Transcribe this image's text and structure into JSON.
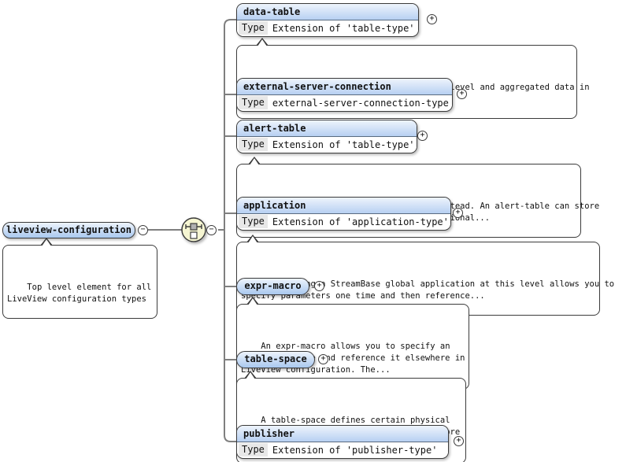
{
  "diagram": {
    "root": {
      "name": "liveview-configuration",
      "collapse_glyph": "−",
      "annotation": "Top level element for all\nLiveView configuration types"
    },
    "compositor": {
      "icon": "sequence-icon",
      "collapse_glyph": "−"
    },
    "children": [
      {
        "name": "data-table",
        "type_label": "Type",
        "type_value": "Extension of 'table-type'",
        "toggle_glyph": "+",
        "annotation": "Specify a data-table for storing base level and aggregated data in\nLiveView."
      },
      {
        "name": "external-server-connection",
        "type_label": "Type",
        "type_value": "external-server-connection-type",
        "toggle_glyph": "+"
      },
      {
        "name": "alert-table",
        "type_label": "Type",
        "type_value": "Extension of 'table-type'",
        "toggle_glyph": "+",
        "annotation": "Deprecated; use dynamic alert APIs instead. An alert-table can store\neverything a data-table can, but has additional..."
      },
      {
        "name": "application",
        "type_label": "Type",
        "type_value": "Extension of 'application-type'",
        "toggle_glyph": "+",
        "annotation": "Configuring a StreamBase global application at this level allows you to\nspecify parameters one time and then reference..."
      },
      {
        "name": "expr-macro",
        "toggle_glyph": "+",
        "annotation": "An expr-macro allows you to specify an\nexpression once and reference it elsewhere in\nLiveView configuration. The..."
      },
      {
        "name": "table-space",
        "toggle_glyph": "+",
        "annotation": "A table-space defines certain physical\nproperties that can be shared by one or more\ntables. A table definition must..."
      },
      {
        "name": "publisher",
        "type_label": "Type",
        "type_value": "Extension of 'publisher-type'",
        "toggle_glyph": "+"
      }
    ],
    "colors": {
      "node_border": "#3b3b3b",
      "header_gradient_top": "#eef4fc",
      "header_gradient_bottom": "#b7d0f2",
      "type_label_bg": "#e8e8e8",
      "connector": "#7f7f7f",
      "compositor_fill": "#f6f6d2"
    }
  }
}
